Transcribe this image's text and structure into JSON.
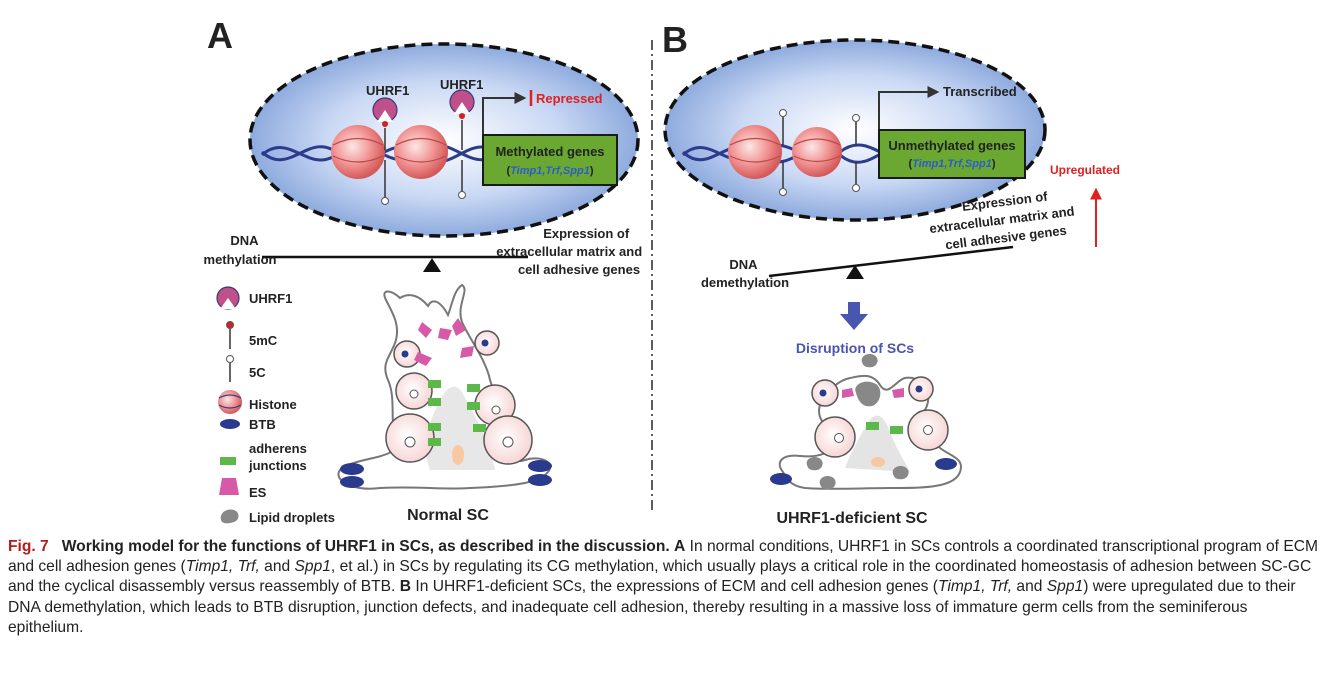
{
  "panels": {
    "a": {
      "letter": "A",
      "uhrf1_label_1": "UHRF1",
      "uhrf1_label_2": "UHRF1",
      "status": "Repressed",
      "genes_title": "Methylated genes",
      "genes_list": "Timp1,Trf,Spp1",
      "balance_left": [
        "DNA",
        "methylation"
      ],
      "balance_right": [
        "Expression of",
        "extracellular matrix and",
        "cell adhesive genes"
      ],
      "cell_label": "Normal SC"
    },
    "b": {
      "letter": "B",
      "status": "Transcribed",
      "genes_title": "Unmethylated genes",
      "genes_list": "Timp1,Trf,Spp1",
      "upregulated": "Upregulated",
      "balance_left": [
        "DNA",
        "demethylation"
      ],
      "balance_right": [
        "Expression of",
        "extracellular matrix and",
        "cell adhesive genes"
      ],
      "disruption": "Disruption of SCs",
      "cell_label": "UHRF1-deficient SC"
    }
  },
  "legend": {
    "uhrf1": "UHRF1",
    "mc5": "5mC",
    "c5": "5C",
    "histone": "Histone",
    "btb": "BTB",
    "adherens": [
      "adherens",
      "junctions"
    ],
    "es": "ES",
    "lipid": "Lipid droplets"
  },
  "colors": {
    "uhrf1_pink": "#c0508a",
    "gene_box_green": "#6aa832",
    "btb_navy": "#2a3a8c",
    "junction_green": "#5db84a",
    "es_pink": "#d75aa8",
    "status_red": "#e02020",
    "arrow_blue": "#4a55b0",
    "nucleus_blue": "#7f9fd8"
  },
  "caption": {
    "fig_no": "Fig. 7",
    "title": "Working model for the functions of UHRF1 in SCs, as described in the discussion.",
    "a_label": "A",
    "a_text_1": "In normal conditions, UHRF1 in SCs controls a coordinated transcriptional program of ECM and cell adhesion genes (",
    "a_genes": "Timp1, Trf,",
    "a_and": " and ",
    "a_spp1": "Spp1",
    "a_text_2": ", et al.) in SCs by regulating its CG methylation, which usually plays a critical role in the coordinated homeostasis of adhesion between SC-GC and the cyclical disassembly versus reassembly of BTB.",
    "b_label": "B",
    "b_text_1": "In UHRF1-deficient SCs, the expressions of ECM and cell adhesion genes (",
    "b_genes": "Timp1, Trf,",
    "b_and": " and ",
    "b_spp1": "Spp1",
    "b_text_2": ") were upregulated due to their DNA demethylation, which leads to BTB disruption, junction defects, and inadequate cell adhesion, thereby resulting in a massive loss of immature germ cells from the seminiferous epithelium."
  }
}
